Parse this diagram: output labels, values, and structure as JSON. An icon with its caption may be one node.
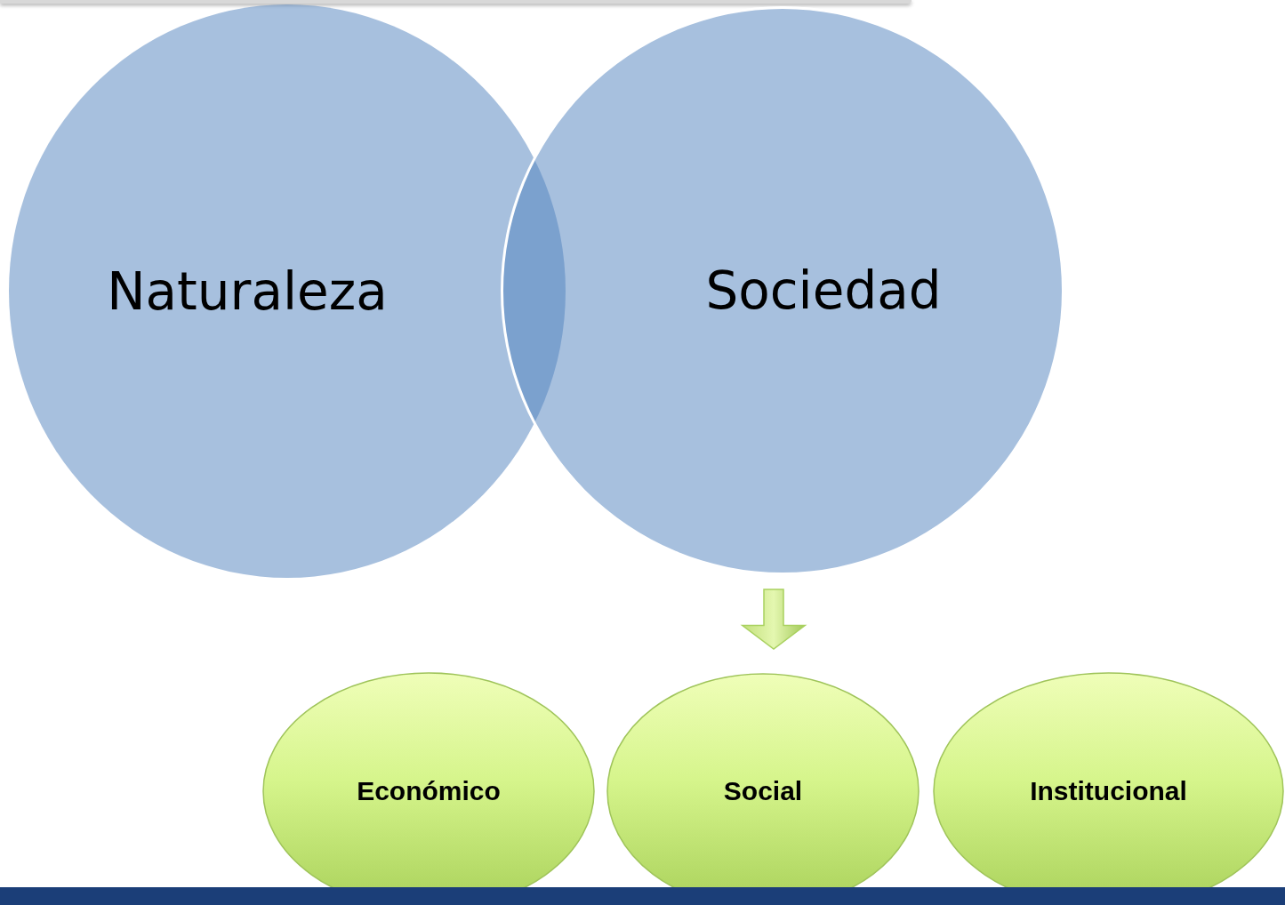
{
  "diagram": {
    "nodes": [
      {
        "text": [
          "Naturaleza"
        ]
      },
      {
        "text": [
          "Sociedad"
        ]
      },
      {
        "text": [
          "Económico"
        ]
      },
      {
        "text": [
          "Social"
        ]
      },
      {
        "text": [
          "Institucional"
        ]
      }
    ],
    "edges": [
      {
        "from": 1,
        "to": 3,
        "arrow": "to",
        "style": "thick",
        "color": "#a9d15f"
      }
    ]
  }
}
